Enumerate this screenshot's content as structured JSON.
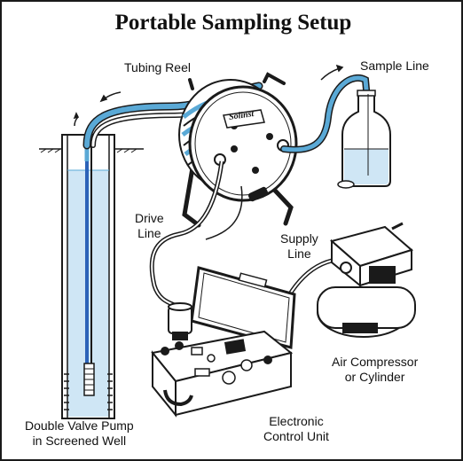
{
  "title": "Portable Sampling Setup",
  "labels": {
    "tubing_reel": "Tubing Reel",
    "sample_line": "Sample Line",
    "drive_line_1": "Drive",
    "drive_line_2": "Line",
    "supply_line_1": "Supply",
    "supply_line_2": "Line",
    "air_compressor_1": "Air Compressor",
    "air_compressor_2": "or Cylinder",
    "control_unit_1": "Electronic",
    "control_unit_2": "Control Unit",
    "pump_1": "Double Valve Pump",
    "pump_2": "in Screened Well"
  },
  "brand": "Solinst",
  "colors": {
    "tubing": "#5aa9d6",
    "water": "#cfe6f5",
    "pump_blue": "#2c63b8",
    "outline": "#1a1a1a"
  }
}
